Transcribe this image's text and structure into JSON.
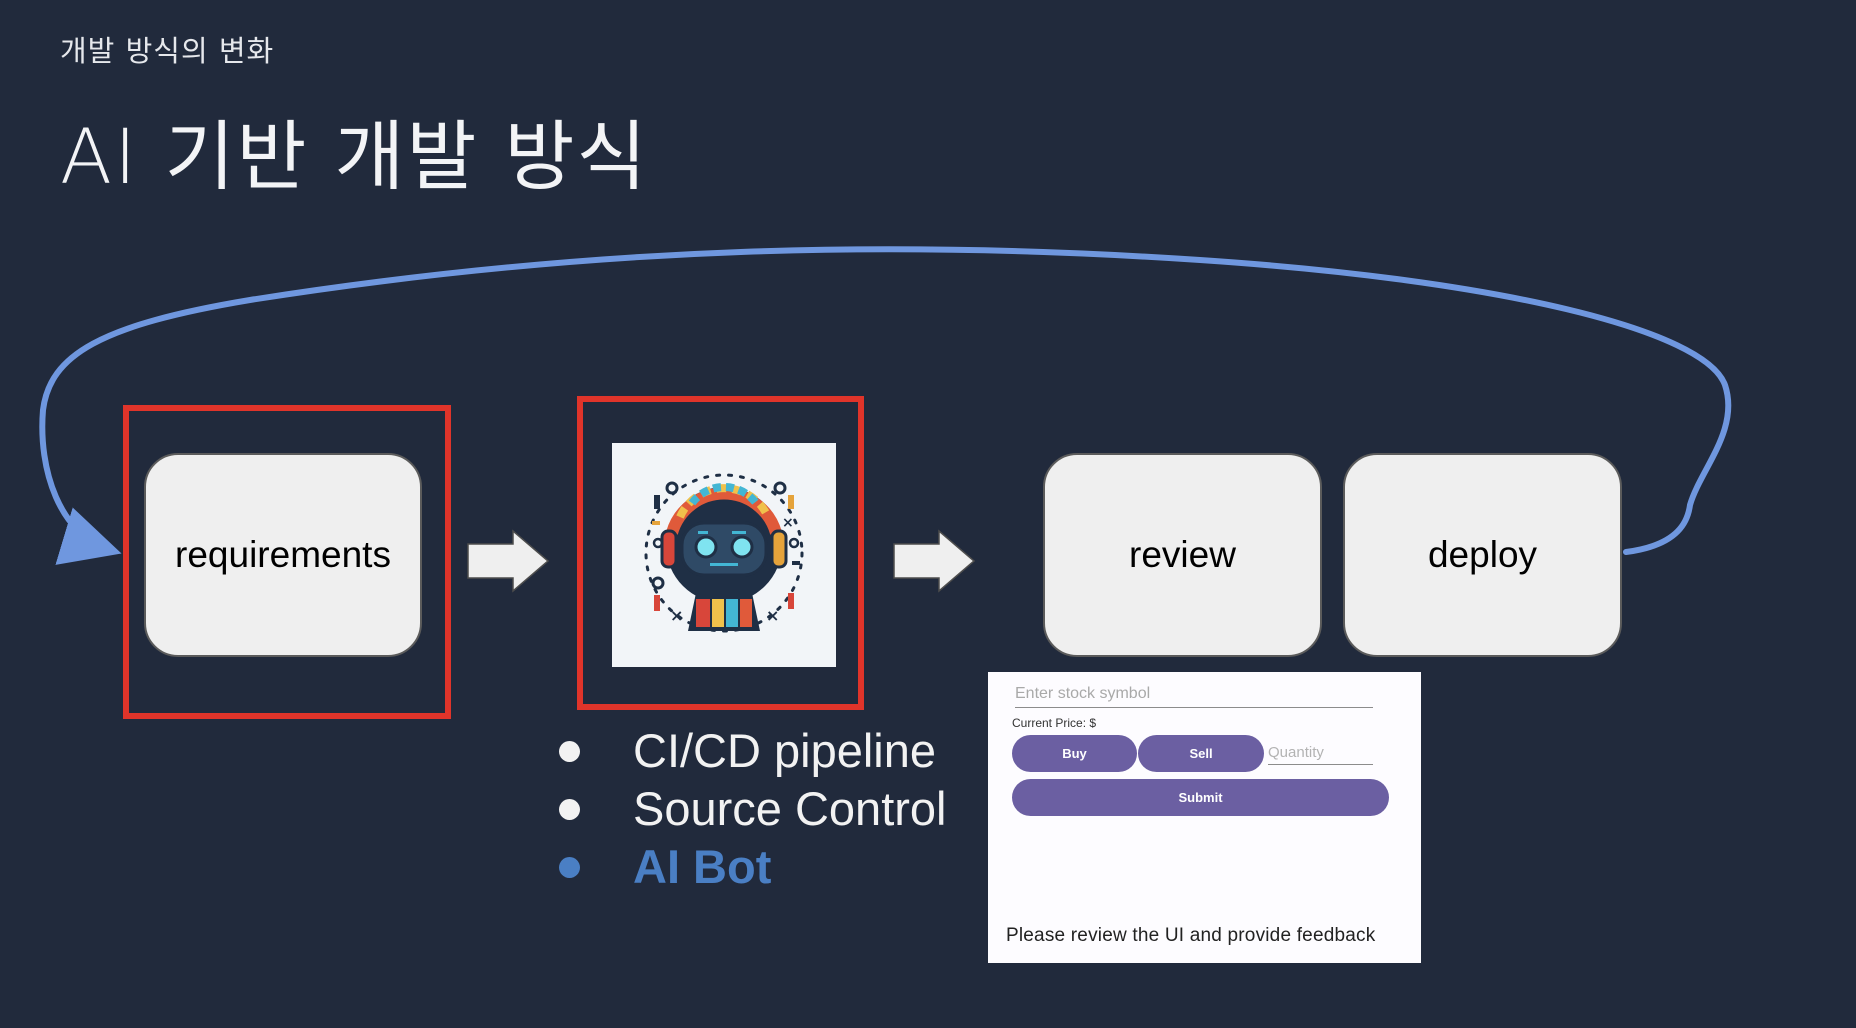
{
  "slide": {
    "section": "개발 방식의 변화",
    "title": "AI 기반 개발 방식"
  },
  "flow": {
    "stages": {
      "requirements": "requirements",
      "review": "review",
      "deploy": "deploy"
    },
    "ai_stage_icon": "robot-icon"
  },
  "bullets": [
    {
      "text": "CI/CD pipeline",
      "highlighted": false
    },
    {
      "text": "Source Control",
      "highlighted": false
    },
    {
      "text": "AI Bot",
      "highlighted": true
    }
  ],
  "mock_ui": {
    "symbol_placeholder": "Enter stock symbol",
    "price_label": "Current Price: $",
    "buy_label": "Buy",
    "sell_label": "Sell",
    "quantity_placeholder": "Quantity",
    "submit_label": "Submit",
    "feedback_note": "Please review the UI and provide feedback"
  },
  "colors": {
    "background": "#212a3c",
    "loop_arrow": "#6f97df",
    "highlight_box": "#e0342a",
    "stage_fill": "#efefef",
    "bullet_active": "#4a7fc4",
    "mock_button": "#6b5fa2"
  }
}
